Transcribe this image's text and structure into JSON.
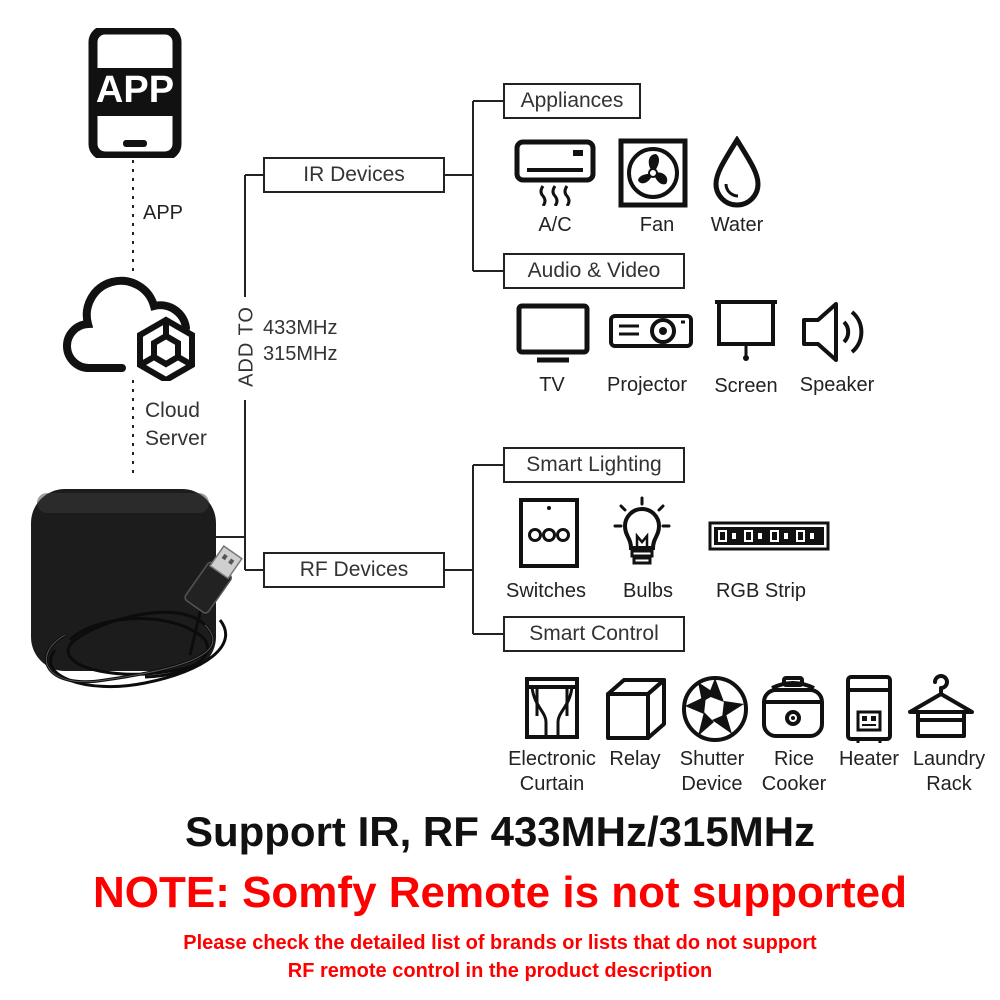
{
  "left_column": {
    "app_icon_text": "APP",
    "app_label": "APP",
    "cloud_label_line1": "Cloud",
    "cloud_label_line2": "Server"
  },
  "center": {
    "add_to": "ADD TO",
    "freq1": "433MHz",
    "freq2": "315MHz"
  },
  "branches": {
    "ir": "IR Devices",
    "rf": "RF Devices",
    "appliances": "Appliances",
    "audio_video": "Audio & Video",
    "smart_lighting": "Smart Lighting",
    "smart_control": "Smart Control"
  },
  "appliances": [
    "A/C",
    "Fan",
    "Water"
  ],
  "audio_video": [
    "TV",
    "Projector",
    "Screen",
    "Speaker"
  ],
  "lighting": [
    "Switches",
    "Bulbs",
    "RGB Strip"
  ],
  "control": [
    {
      "l1": "Electronic",
      "l2": "Curtain"
    },
    {
      "l1": "Relay",
      "l2": ""
    },
    {
      "l1": "Shutter",
      "l2": "Device"
    },
    {
      "l1": "Rice",
      "l2": "Cooker"
    },
    {
      "l1": "Heater",
      "l2": ""
    },
    {
      "l1": "Laundry",
      "l2": "Rack"
    }
  ],
  "footer": {
    "support": "Support IR, RF 433MHz/315MHz",
    "note": "NOTE: Somfy Remote is not supported",
    "detail_line1": "Please check the detailed list of brands or lists that do not support",
    "detail_line2": "RF remote control in the product description"
  },
  "colors": {
    "note_red": "#ff0000",
    "line": "#222222",
    "device_body": "#1c1c1c"
  }
}
